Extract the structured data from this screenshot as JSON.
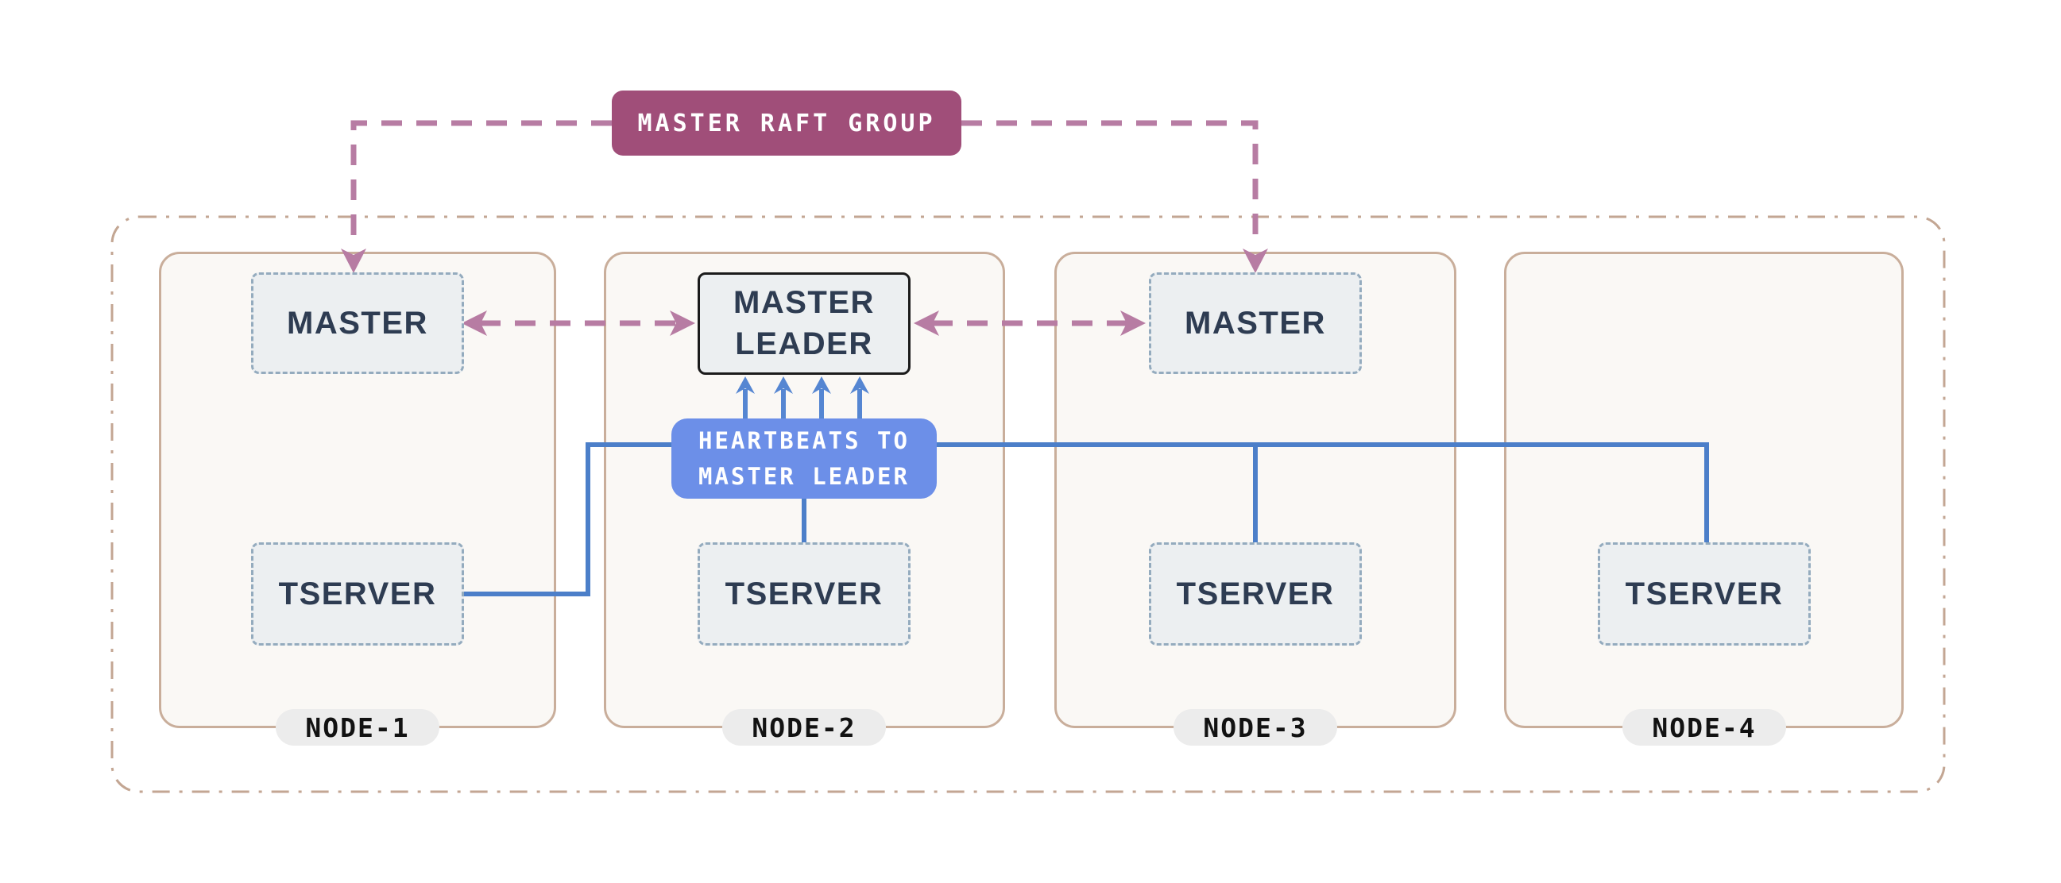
{
  "raft_group": {
    "label": "MASTER RAFT GROUP"
  },
  "master_leader": {
    "line1": "MASTER",
    "line2": "LEADER"
  },
  "heartbeats": {
    "line1": "HEARTBEATS TO",
    "line2": "MASTER LEADER"
  },
  "nodes": [
    {
      "label": "NODE-1",
      "master_label": "MASTER",
      "tserver_label": "TSERVER"
    },
    {
      "label": "NODE-2",
      "tserver_label": "TSERVER"
    },
    {
      "label": "NODE-3",
      "master_label": "MASTER",
      "tserver_label": "TSERVER"
    },
    {
      "label": "NODE-4",
      "tserver_label": "TSERVER"
    }
  ],
  "colors": {
    "raft_fill": "#A04E79",
    "raft_dash": "#B77CA3",
    "heartbeat_fill": "#6C8FE8",
    "heartbeat_line": "#4C7FC9",
    "arrow_blue": "#5586D2",
    "box_fill": "#ECEFF1",
    "box_dash_border": "#94ABBE",
    "leader_border": "#1B1B1B",
    "node_fill": "#FAF8F5",
    "node_border": "#C9AE9B",
    "outer_border": "#C3A693",
    "label_text": "#2E3C52",
    "pill_fill": "#ECECEC",
    "pill_text": "#121212",
    "background": "#FFFFFF"
  }
}
